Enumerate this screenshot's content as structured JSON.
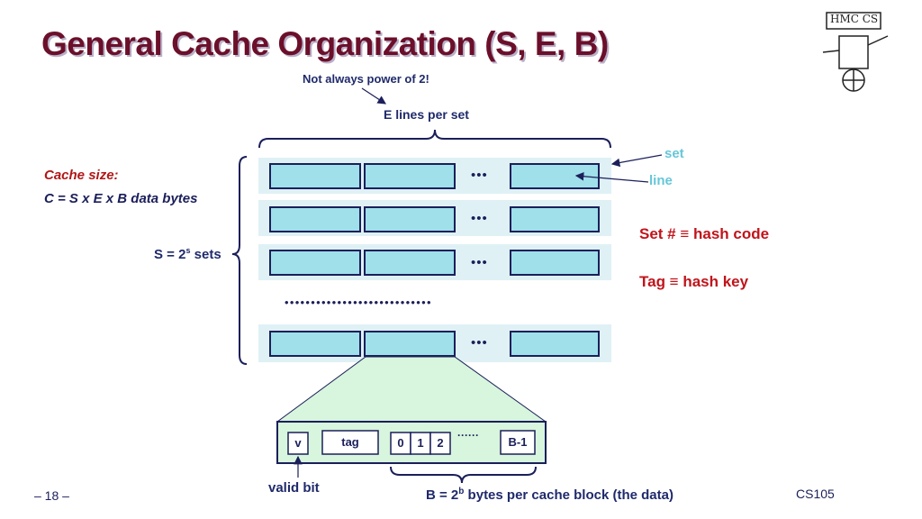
{
  "title": "General Cache Organization (S, E, B)",
  "note_power_of_two": "Not always power of 2!",
  "e_label": "E  lines per set",
  "set_label": "set",
  "line_label": "line",
  "cache_size_label": "Cache size:",
  "cache_size_formula": "C = S x E x B data bytes",
  "s_label_prefix": "S = 2",
  "s_label_sup": "s",
  "s_label_suffix": " sets",
  "set_hash": "Set # ≡ hash code",
  "tag_hash": "Tag   ≡ hash key",
  "line_fields": {
    "valid": "v",
    "tag": "tag",
    "b0": "0",
    "b1": "1",
    "b2": "2",
    "dots": "······",
    "blast": "B-1"
  },
  "valid_bit_label": "valid bit",
  "b_label_prefix": "B = 2",
  "b_label_sup": "b",
  "b_label_suffix": " bytes per cache block (the data)",
  "row_dots": "•••",
  "set_dots": "••••••••••••••••••••••••••••",
  "logo_text": "HMC CS",
  "page_number": "– 18 –",
  "course": "CS105",
  "colors": {
    "title": "#6b0f2a",
    "navy": "#1b1f5a",
    "cell_fill": "#9fe0ea",
    "set_band": "#dff1f5",
    "line_detail_fill": "#d8f5dd",
    "hash_red": "#c0141b"
  }
}
